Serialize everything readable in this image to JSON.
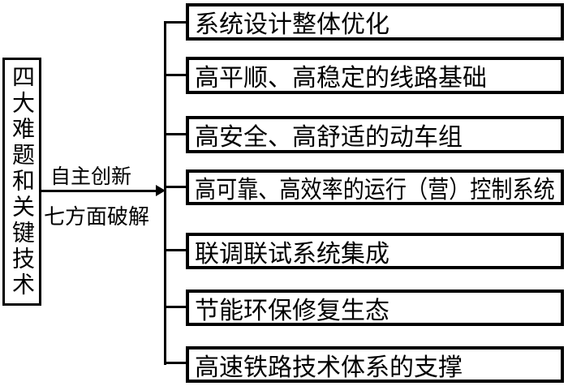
{
  "diagram": {
    "background_color": "#ffffff",
    "line_color": "#000000",
    "text_color": "#000000",
    "source_node": {
      "label": "四大难题和关键技术"
    },
    "arrow": {
      "label_top": "自主创新",
      "label_bottom": "七方面破解"
    },
    "branches": [
      {
        "label": "系统设计整体优化"
      },
      {
        "label": "高平顺、高稳定的线路基础"
      },
      {
        "label": "高安全、高舒适的动车组"
      },
      {
        "label": "高可靠、高效率的运行（营）控制系统"
      },
      {
        "label": "联调联试系统集成"
      },
      {
        "label": "节能环保修复生态"
      },
      {
        "label": "高速铁路技术体系的支撑"
      }
    ]
  }
}
